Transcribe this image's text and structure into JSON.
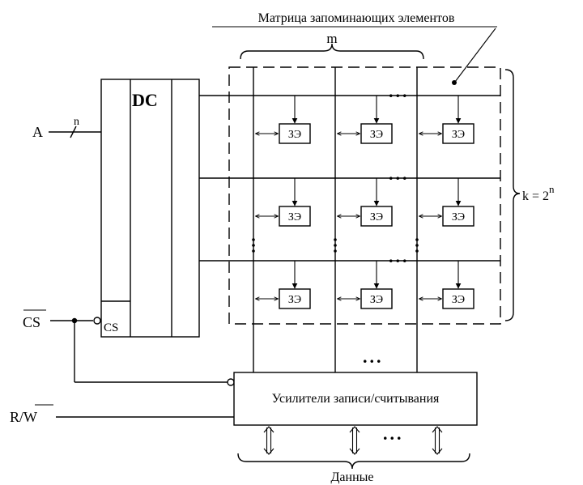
{
  "labels": {
    "matrix_title": "Матрица запоминающих элементов",
    "columns": "m",
    "decoder": "DC",
    "cs_input": "CS",
    "address": "A",
    "address_width": "n",
    "chip_select": "CS",
    "read_write_r": "R/",
    "read_write_w": "W",
    "rows": "k = 2",
    "rows_exponent": "n",
    "amplifiers": "Усилители записи/считывания",
    "data": "Данные",
    "cell": "ЗЭ",
    "ellipsis": "..."
  }
}
